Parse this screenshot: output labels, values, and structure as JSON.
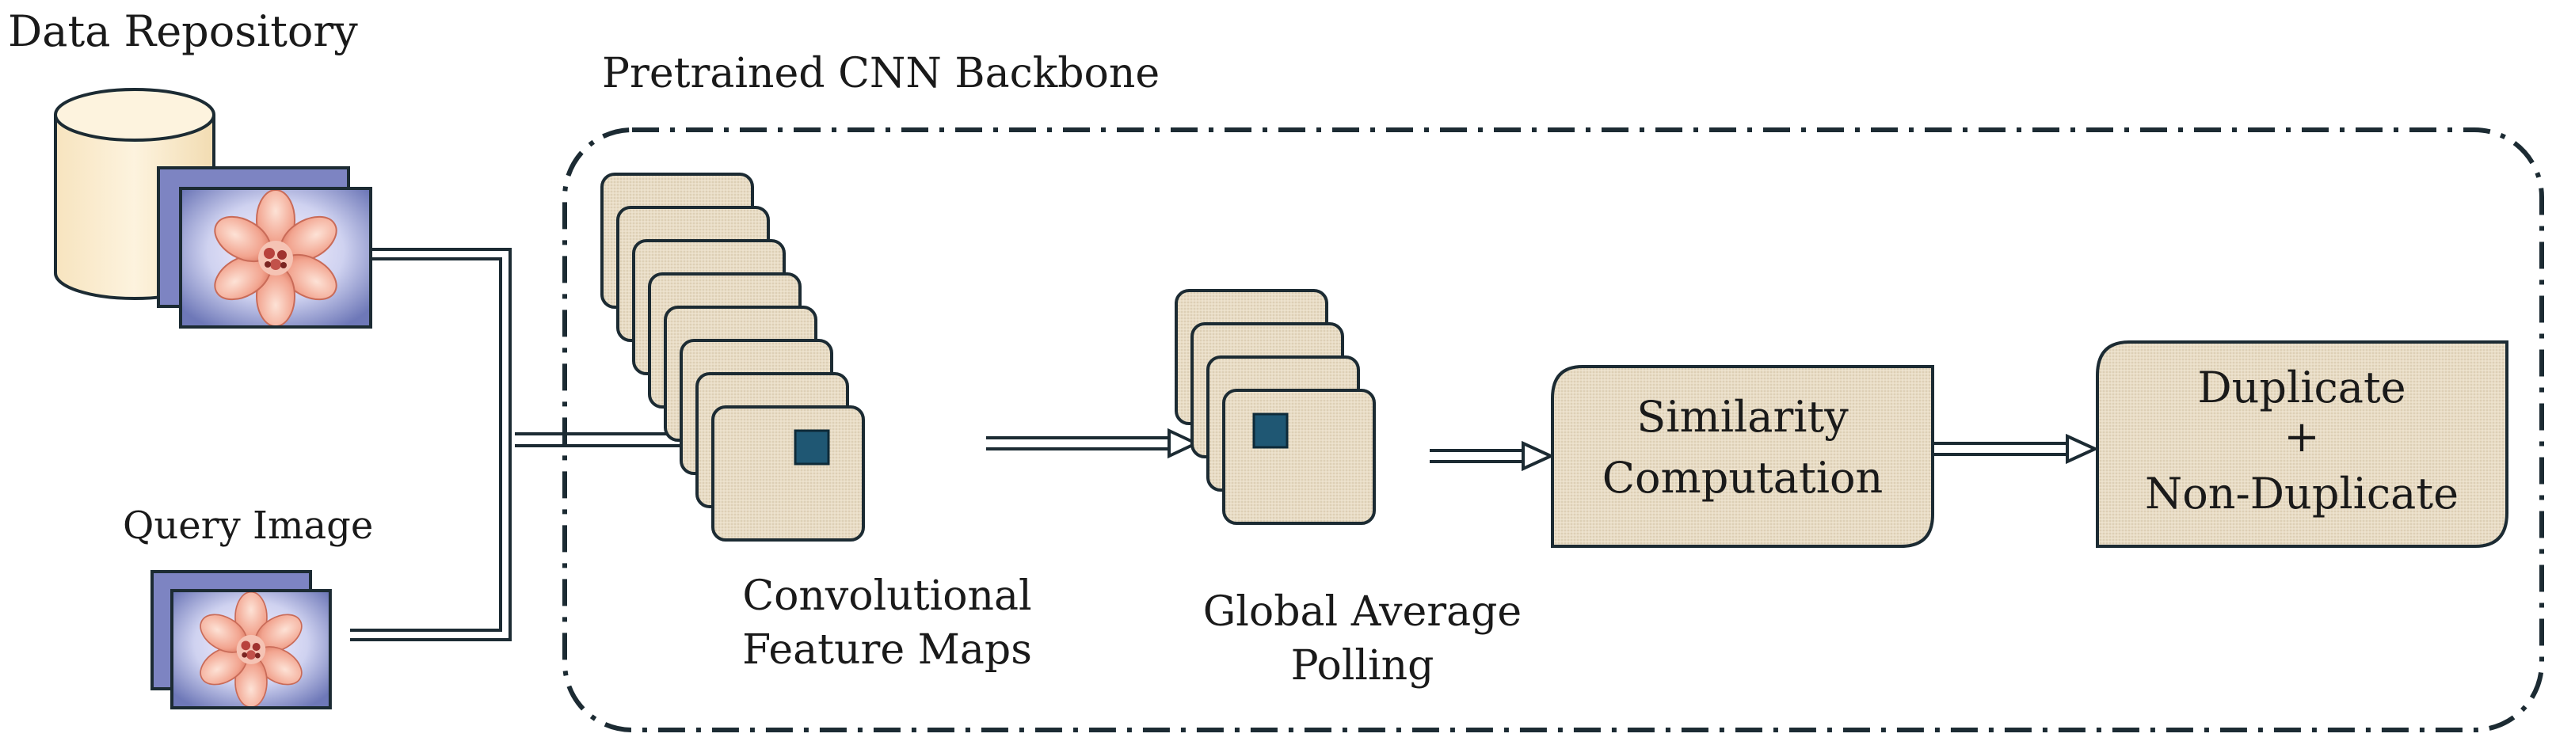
{
  "labels": {
    "data_repository": "Data Repository",
    "query_image": "Query Image",
    "backbone": "Pretrained CNN Backbone",
    "conv_line1": "Convolutional",
    "conv_line2": "Feature Maps",
    "gap_line1": "Global Average",
    "gap_line2": "Polling",
    "similarity_line1": "Similarity",
    "similarity_line2": "Computation",
    "output_line1": "Duplicate",
    "output_line2": "+",
    "output_line3": "Non-Duplicate"
  },
  "icons": {
    "database": "database-cylinder-icon",
    "flower": "flower-photo-icon",
    "feature_map": "feature-map-icon"
  },
  "colors": {
    "box_fill": "#e8dcc4",
    "box_stroke": "#1c2b33",
    "marker": "#1f5773",
    "dash_border": "#1c2b33",
    "database_fill": "#fbefd2",
    "photo_bg": "#c9cbe8",
    "petal": "#f3a995",
    "flower_center": "#b8423d"
  },
  "counts": {
    "conv_feature_maps": 8,
    "gap_maps": 4
  }
}
